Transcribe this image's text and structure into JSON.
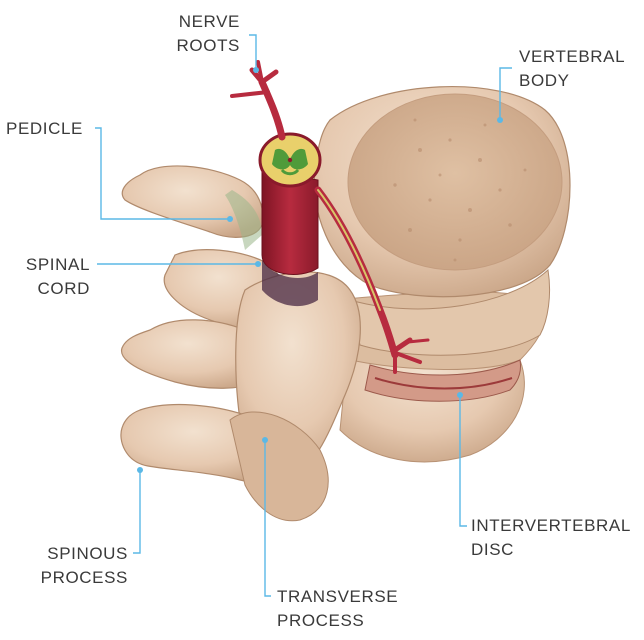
{
  "diagram": {
    "accent_color": "#5bb8e6",
    "labels": {
      "nerve_roots": [
        "NERVE",
        "ROOTS"
      ],
      "vertebral_body": [
        "VERTEBRAL",
        "BODY"
      ],
      "pedicle": [
        "PEDICLE"
      ],
      "spinal_cord": [
        "SPINAL",
        "CORD"
      ],
      "intervertebral_disc": [
        "INTERVERTEBRAL",
        "DISC"
      ],
      "spinous_process": [
        "SPINOUS",
        "PROCESS"
      ],
      "transverse_process": [
        "TRANSVERSE",
        "PROCESS"
      ]
    }
  }
}
